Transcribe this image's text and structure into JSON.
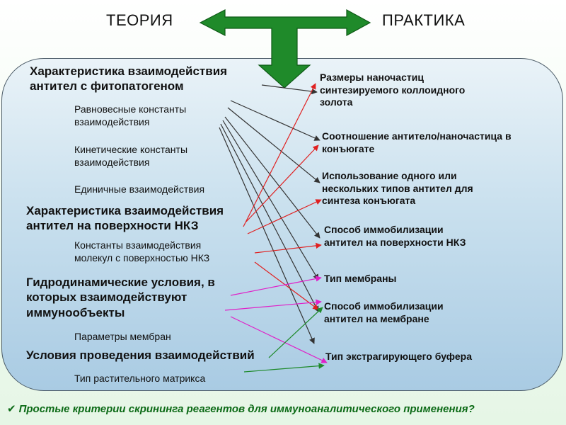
{
  "header": {
    "left": "ТЕОРИЯ",
    "right": "ПРАКТИКА"
  },
  "theory": {
    "main1": "Характеристика взаимодействия\nантител с фитопатогеном",
    "sub1": "Равновесные константы\nвзаимодействия",
    "sub2": "Кинетические константы\nвзаимодействия",
    "sub3": "Единичные взаимодействия",
    "main2": "Характеристика взаимодействия\nантител на поверхности НКЗ",
    "sub4": "Константы взаимодействия\nмолекул с поверхностью НКЗ",
    "main3": "Гидродинамические условия, в\nкоторых взаимодействуют\nиммунообъекты",
    "sub5": "Параметры мембран",
    "main4": "Условия проведения взаимодействий",
    "sub6": "Тип растительного матрикса"
  },
  "practice": {
    "p1": "Размеры наночастиц\nсинтезируемого коллоидного\nзолота",
    "p2": "Соотношение антитело/наночастица в\nконъюгате",
    "p3": "Использование одного или\nнескольких типов антител для\nсинтеза конъюгата",
    "p4": "Способ иммобилизации\nантител на поверхности НКЗ",
    "p5": "Тип мембраны",
    "p6": "Способ иммобилизации\nантител на мембране",
    "p7": "Тип экстрагирующего буфера"
  },
  "footer": {
    "checkmark": "✔",
    "text": "Простые критерии скрининга реагентов для иммуноаналитического применения?"
  },
  "colors": {
    "big_arrow": "#1f8a2a",
    "black_links": "#333333",
    "red_links": "#e02020",
    "magenta_links": "#e020c8",
    "green_links": "#1e8a2a",
    "footer_text": "#0c6a16"
  },
  "icons": [
    "double-arrow-icon",
    "check-icon"
  ]
}
